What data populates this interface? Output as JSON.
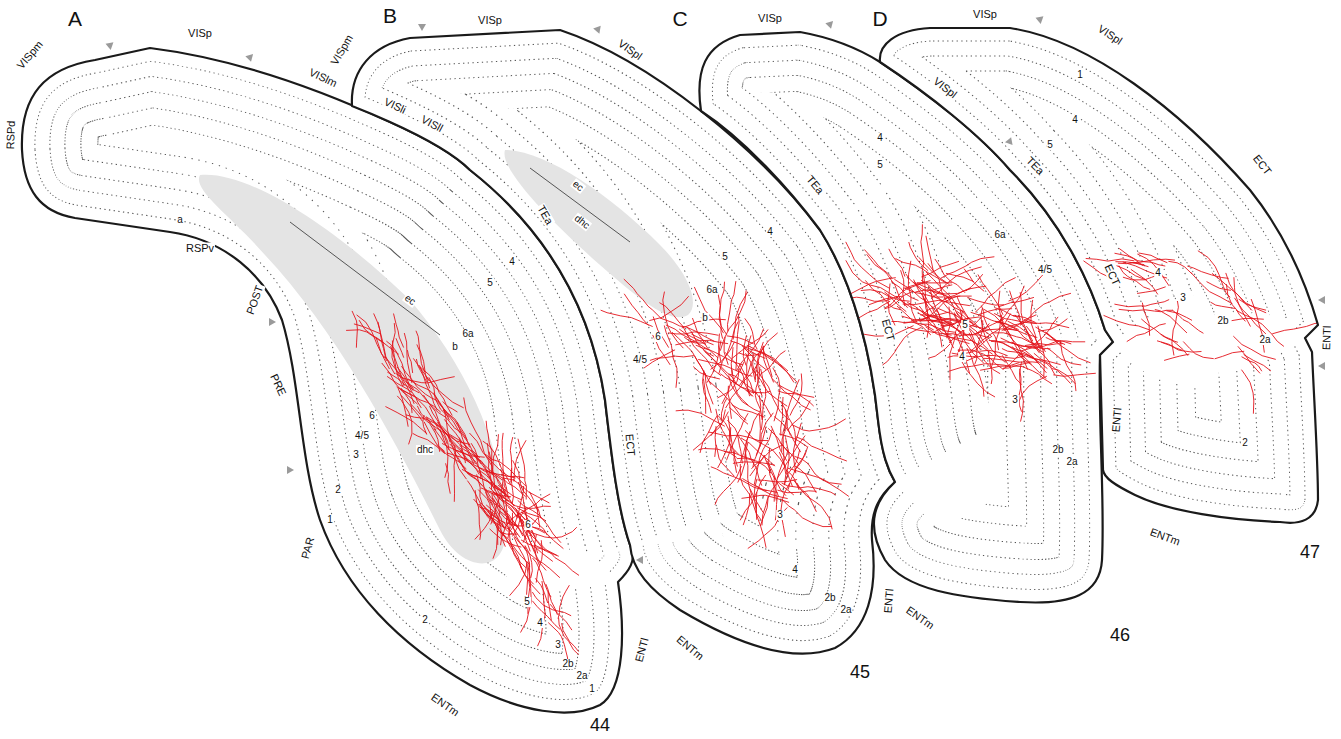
{
  "diagram": {
    "labels": [
      "A",
      "VISp",
      "VISpm",
      "RSPd",
      "VISlm",
      "VISli",
      "VISll",
      "a",
      "RSPv",
      "POST",
      "PRE",
      "ec",
      "dhc",
      "TEa",
      "4",
      "5",
      "6a",
      "b",
      "6",
      "4/5",
      "3",
      "2",
      "1",
      "PAR",
      "ECT",
      "6",
      "5",
      "4",
      "3",
      "2b",
      "2a",
      "1",
      "2",
      "ENTm",
      "ENTl",
      "44",
      "B",
      "VISpm",
      "VISp",
      "VISpl",
      "ec",
      "dhc",
      "TEa",
      "4",
      "5",
      "6a",
      "b",
      "6",
      "4/5",
      "ECT",
      "3",
      "4",
      "2b",
      "2a",
      "ENTm",
      "ENTl",
      "45",
      "C",
      "VISp",
      "VISpl",
      "TEa",
      "6a",
      "4",
      "5",
      "4/5",
      "ECT",
      "5",
      "4",
      "3",
      "2b",
      "2a",
      "ENTl",
      "ENTm",
      "46",
      "D",
      "VISp",
      "VISpl",
      "1",
      "4",
      "5",
      "ECT",
      "4",
      "3",
      "2b",
      "2a",
      "ENTl",
      "2",
      "ENTm",
      "47"
    ]
  }
}
